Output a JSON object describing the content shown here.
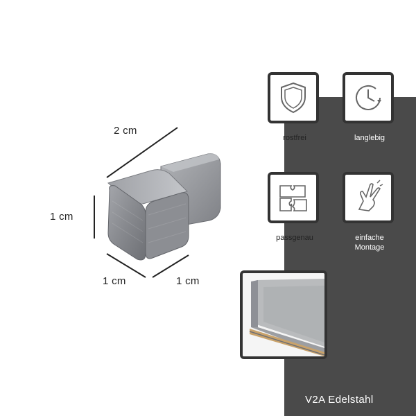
{
  "dimensions": {
    "length_label": "2 cm",
    "height_label": "1 cm",
    "width_left_label": "1 cm",
    "width_right_label": "1 cm"
  },
  "features": [
    {
      "icon": "shield-icon",
      "label": "rostfrei"
    },
    {
      "icon": "clock-icon",
      "label": "langlebig"
    },
    {
      "icon": "puzzle-icon",
      "label": "passgenau"
    },
    {
      "icon": "hand-icon",
      "label": "einfache\nMontage"
    }
  ],
  "material": "V2A Edelstahl",
  "colors": {
    "panel": "#4a4a4a",
    "metal": "#8e9096",
    "frame": "#333333"
  }
}
